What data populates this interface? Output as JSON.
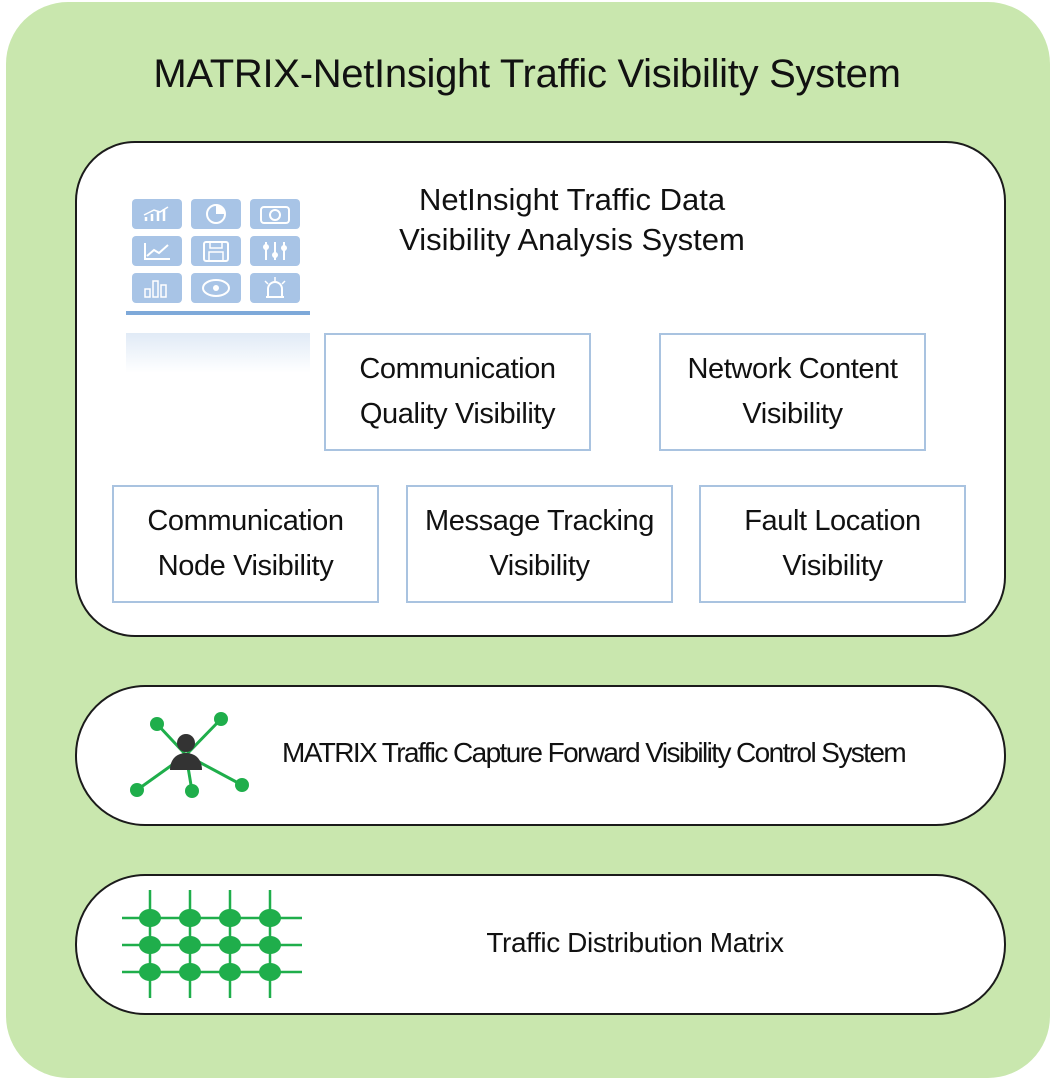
{
  "title": "MATRIX-NetInsight Traffic Visibility System",
  "analysis_system": {
    "title_line1": "NetInsight Traffic Data",
    "title_line2": "Visibility Analysis System",
    "modules": [
      {
        "line1": "Communication",
        "line2": "Quality Visibility"
      },
      {
        "line1": "Network Content",
        "line2": "Visibility"
      },
      {
        "line1": "Communication",
        "line2": "Node Visibility"
      },
      {
        "line1": "Message Tracking",
        "line2": "Visibility"
      },
      {
        "line1": "Fault Location",
        "line2": "Visibility"
      }
    ]
  },
  "control_system": {
    "label": "MATRIX Traffic Capture Forward Visibility Control System"
  },
  "distribution_matrix": {
    "label": "Traffic Distribution Matrix"
  },
  "icons": {
    "analysis_panel": [
      "bar-chart-icon",
      "pie-chart-icon",
      "camera-icon",
      "line-chart-icon",
      "save-icon",
      "sliders-icon",
      "column-chart-icon",
      "eye-icon",
      "alarm-icon"
    ],
    "control_panel": "network-user-icon",
    "matrix_panel": "node-grid-icon"
  },
  "colors": {
    "background": "#c9e7ae",
    "panel": "#ffffff",
    "module_border": "#a9c3e0",
    "icon_blue": "#a8c4e6",
    "accent_green": "#1fae4b"
  }
}
